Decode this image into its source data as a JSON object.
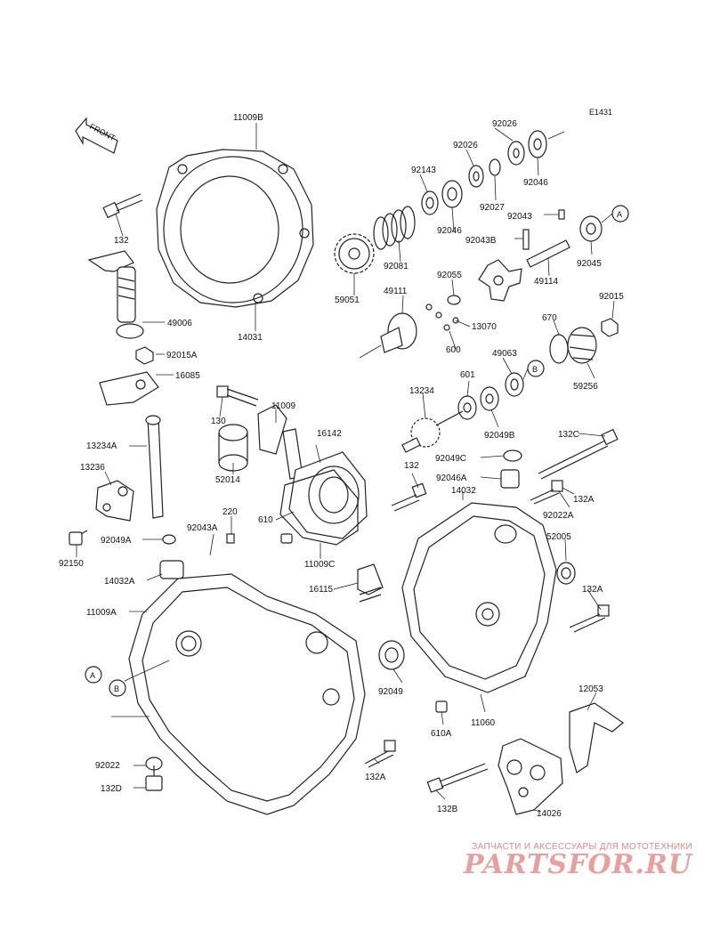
{
  "diagram": {
    "ref_code": "E1431",
    "front_label": "FRONT",
    "markers": [
      "A",
      "B"
    ],
    "labels": [
      "11009B",
      "132",
      "49006",
      "14031",
      "92015A",
      "16085",
      "130",
      "11009",
      "52014",
      "13234A",
      "16142",
      "13236",
      "610",
      "220",
      "92049A",
      "92043A",
      "11009C",
      "92150",
      "14032A",
      "16115",
      "11009A",
      "92049",
      "92022",
      "132D",
      "132A",
      "132B",
      "14026",
      "12053",
      "11060",
      "610A",
      "52005",
      "132A",
      "92022A",
      "132A",
      "14032",
      "92046A",
      "92049C",
      "132C",
      "132",
      "13234",
      "601",
      "92049B",
      "49063",
      "59256",
      "670",
      "92015",
      "13070",
      "600",
      "49111",
      "92055",
      "59051",
      "92081",
      "92143",
      "92046",
      "92026",
      "92027",
      "92026",
      "92046",
      "92043",
      "92043B",
      "92045",
      "49114"
    ]
  },
  "watermark": {
    "tagline": "ЗАПЧАСТИ И АКСЕССУАРЫ ДЛЯ МОТОТЕХНИКИ",
    "logo": "PARTSFOR.RU"
  }
}
